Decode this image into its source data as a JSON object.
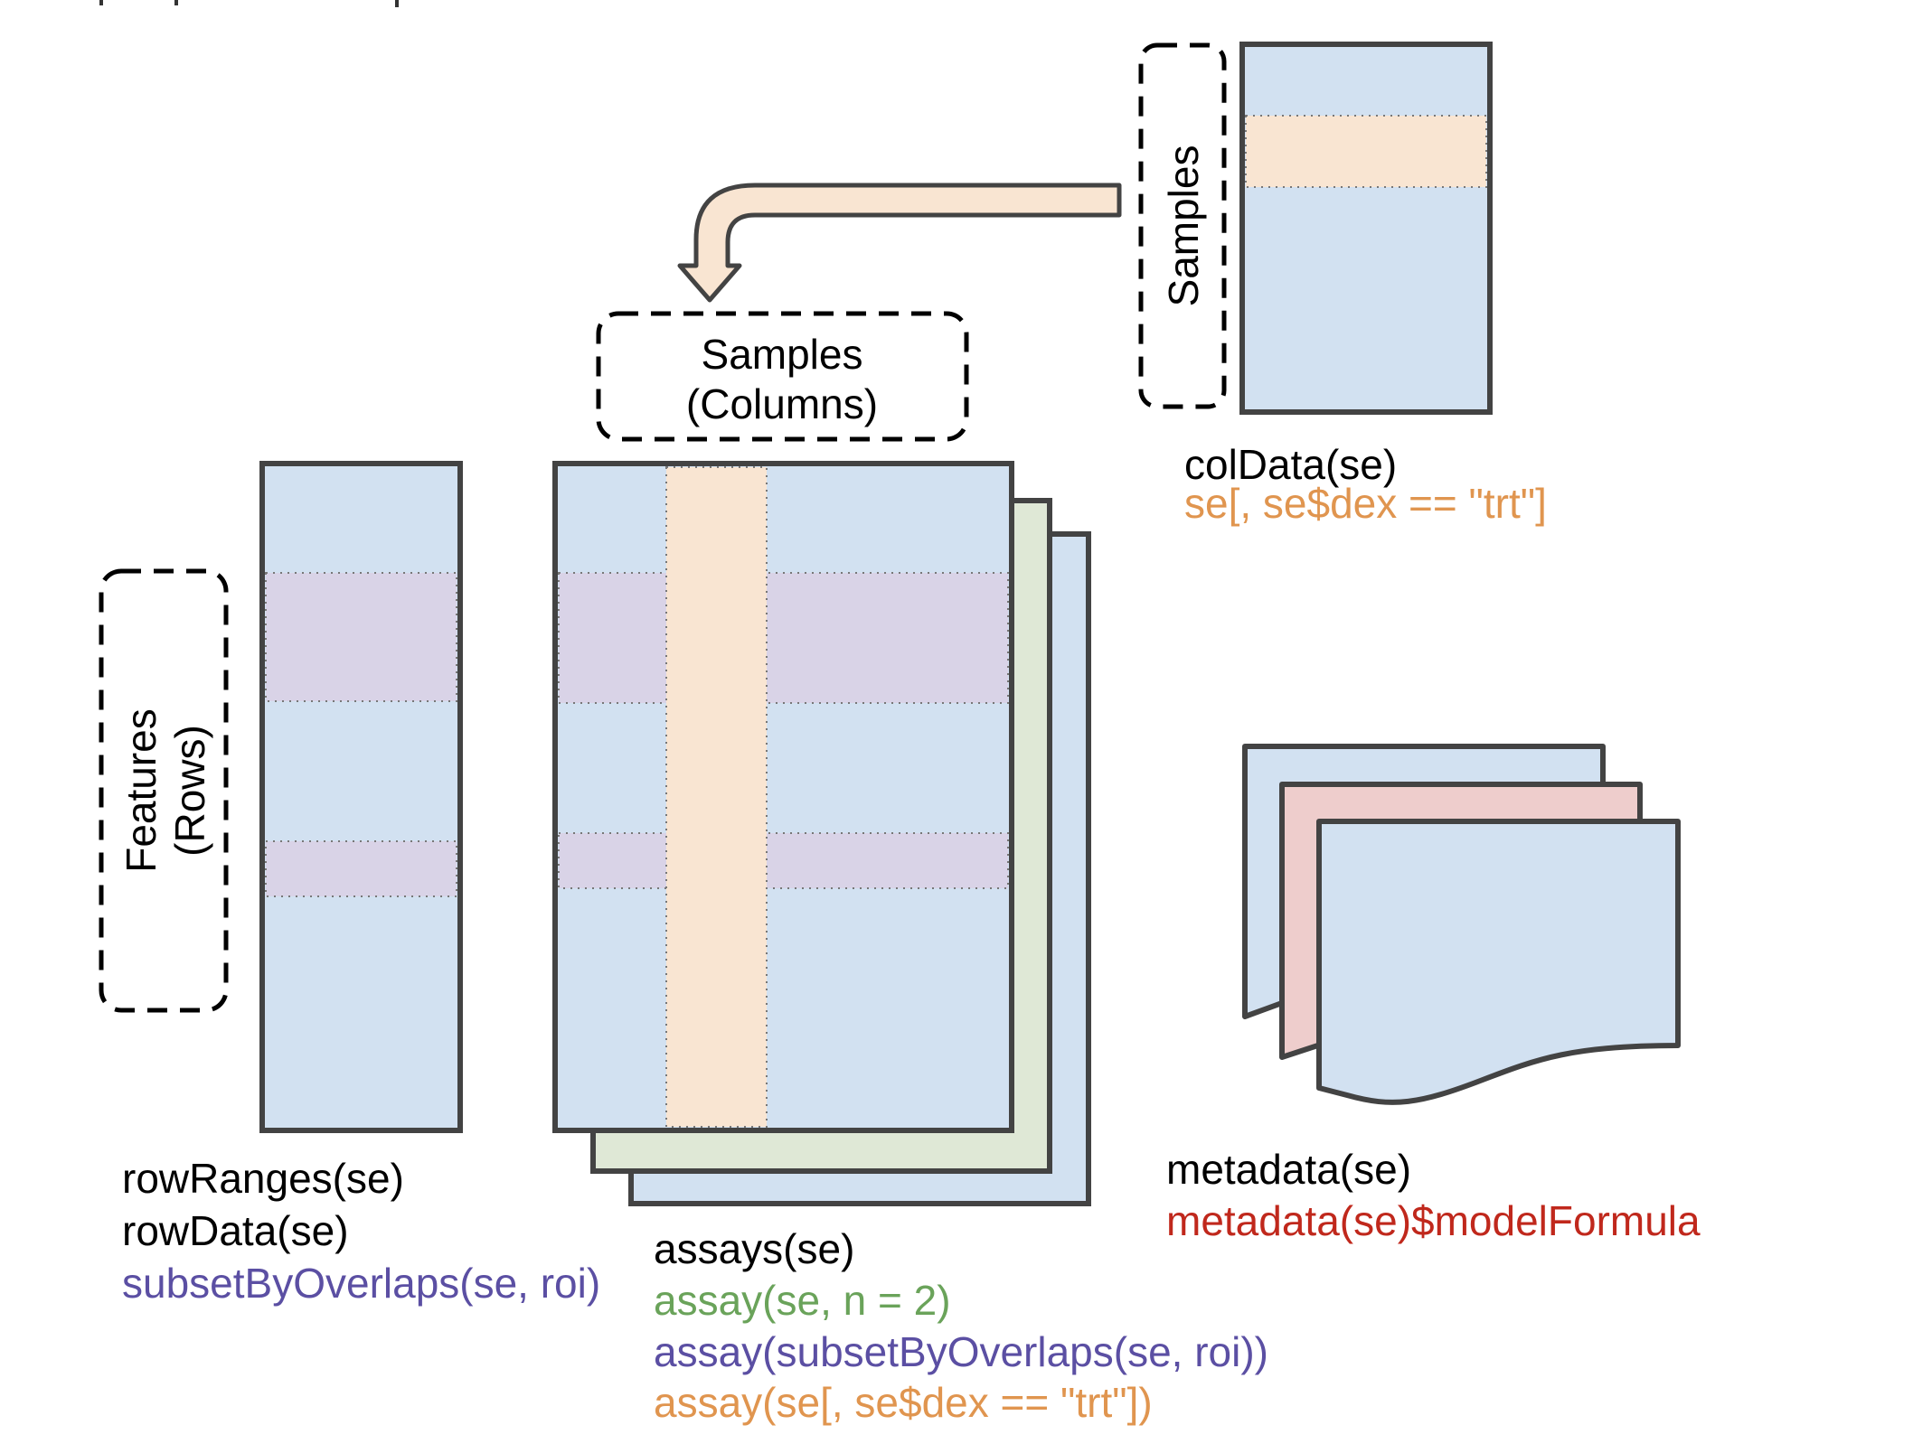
{
  "colors": {
    "border": "#434343",
    "blue_fill": "#d2e1f1",
    "orange_fill": "#f9e5d2",
    "purple_fill": "#d9d3e7",
    "green_fill": "#dfe8d6",
    "pink_fill": "#eecdcc",
    "text_black": "#000000",
    "text_orange": "#e0954f",
    "text_purple": "#5b4fa3",
    "text_green": "#6aa35a",
    "text_red": "#c0281c"
  },
  "labels": {
    "features_line1": "Features",
    "features_line2": "(Rows)",
    "samples_columns_line1": "Samples",
    "samples_columns_line2": "(Columns)",
    "samples_vertical": "Samples"
  },
  "rowdata": {
    "lines": [
      {
        "text": "rowRanges(se)",
        "color": "black"
      },
      {
        "text": "rowData(se)",
        "color": "black"
      },
      {
        "text": "subsetByOverlaps(se, roi)",
        "color": "purple"
      }
    ]
  },
  "assays": {
    "lines": [
      {
        "text": "assays(se)",
        "color": "black"
      },
      {
        "text": "assay(se, n = 2)",
        "color": "green"
      },
      {
        "text": "assay(subsetByOverlaps(se, roi))",
        "color": "purple"
      },
      {
        "text": "assay(se[, se$dex == \"trt\"])",
        "color": "orange"
      }
    ]
  },
  "coldata": {
    "lines": [
      {
        "text": "colData(se)",
        "color": "black"
      },
      {
        "text": "se[, se$dex == \"trt\"]",
        "color": "orange"
      }
    ]
  },
  "metadata": {
    "lines": [
      {
        "text": "metadata(se)",
        "color": "black"
      },
      {
        "text": "metadata(se)$modelFormula",
        "color": "red"
      }
    ]
  }
}
